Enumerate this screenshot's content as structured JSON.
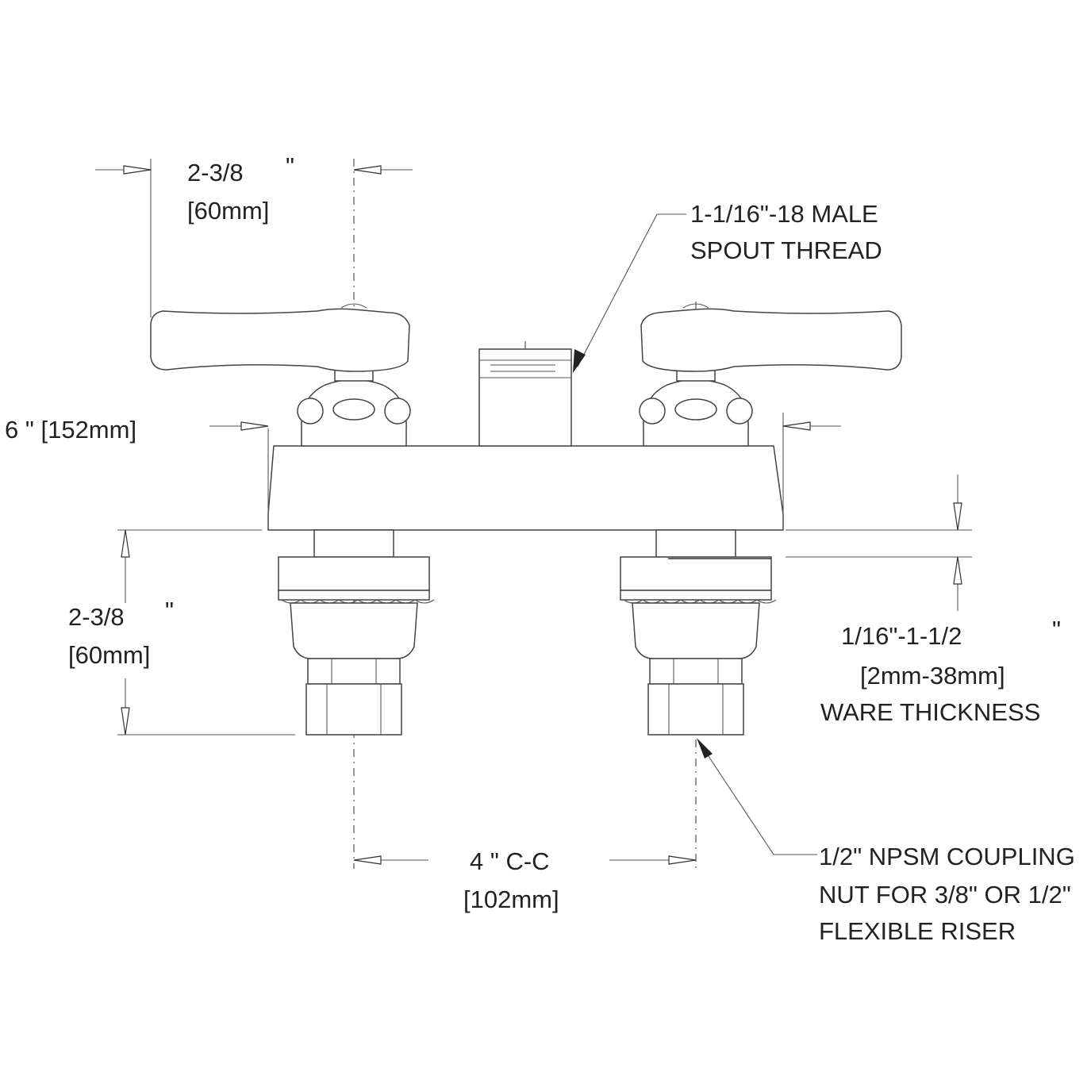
{
  "labels": {
    "top_width_value": "2-3/8",
    "top_width_unit": "\"",
    "top_width_mm": "[60mm]",
    "spout_thread_line1": "1-1/16\"-18 MALE",
    "spout_thread_line2": "SPOUT THREAD",
    "overall_width": "6 \" [152mm]",
    "shank_length_value": "2-3/8",
    "shank_length_unit": "\"",
    "shank_length_mm": "[60mm]",
    "ware_value": "1/16\"-1-1/2",
    "ware_unit": "\"",
    "ware_mm": "[2mm-38mm]",
    "ware_label": "WARE THICKNESS",
    "center_value": "4 \" C-C",
    "center_mm": "[102mm]",
    "coupling_line1": "1/2\" NPSM COUPLING",
    "coupling_line2": "NUT FOR 3/8\" OR 1/2\"",
    "coupling_line3": "FLEXIBLE RISER"
  }
}
